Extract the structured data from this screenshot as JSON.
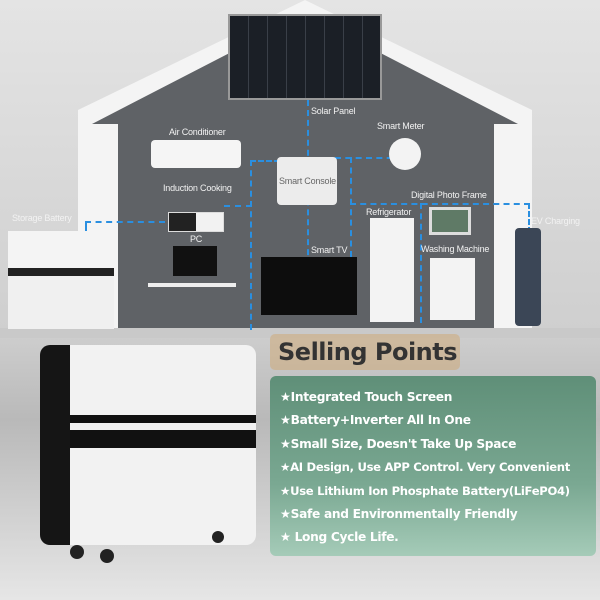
{
  "diagram": {
    "labels": {
      "solar_panel": "Solar Panel",
      "air_conditioner": "Air Conditioner",
      "smart_meter": "Smart Meter",
      "smart_console": "Smart Console",
      "induction_cooking": "Induction Cooking",
      "storage_battery": "Storage Battery",
      "digital_photo_frame": "Digital Photo Frame",
      "refrigerator": "Refrigerator",
      "ev_charging": "EV Charging",
      "pc": "PC",
      "smart_tv": "Smart TV",
      "washing_machine": "Washing Machine"
    }
  },
  "selling": {
    "title": "Selling Points",
    "points": [
      "★Integrated Touch Screen",
      "★Battery+Inverter All In One",
      "★Small Size, Doesn't Take Up Space",
      "★AI Design, Use APP Control. Very Convenient",
      "★Use Lithium Ion Phosphate Battery(LiFePO4)",
      "★Safe and Environmentally Friendly",
      "★ Long Cycle Life."
    ]
  },
  "colors": {
    "wire": "#2a8fe0",
    "house": "#5f6266",
    "panel": "#6f9d86"
  }
}
